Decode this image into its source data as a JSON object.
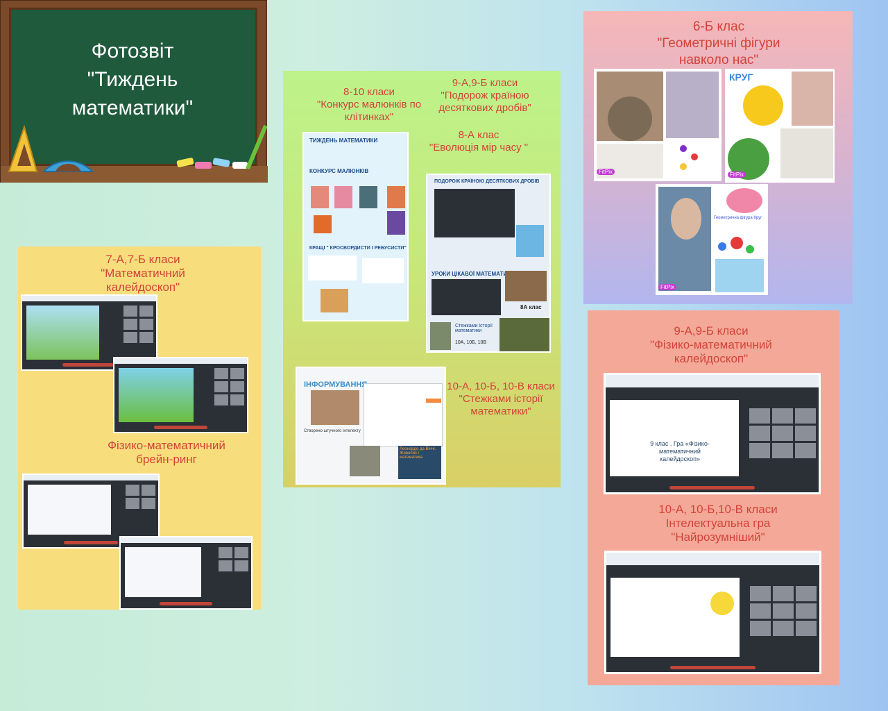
{
  "board": {
    "line1": "Фотозвіт",
    "line2": "\"Тиждень",
    "line3": "математики\""
  },
  "left": {
    "caption1_line1": "7-А,7-Б класи",
    "caption1_line2": "\"Математичний",
    "caption1_line3": "калейдоскоп\"",
    "caption2_line1": "Фізико-математичний",
    "caption2_line2": "брейн-ринг"
  },
  "mid": {
    "caption1_line1": "8-10 класи",
    "caption1_line2": "\"Конкурс малюнків по",
    "caption1_line3": "клітинках\"",
    "caption2_line1": "9-А,9-Б класи",
    "caption2_line2": "\"Подорож країною",
    "caption2_line3": "десяткових дробів\"",
    "caption3_line1": "8-А клас",
    "caption3_line2": "\"Еволюція мір часу \"",
    "caption4_line1": "10-А, 10-Б, 10-В класи",
    "caption4_line2": "\"Стежками історії",
    "caption4_line3": "математики\"",
    "card1_title": "ТИЖДЕНЬ МАТЕМАТИКИ",
    "card1_section": "КОНКУРС МАЛЮНКІВ",
    "card1_section2": "КРАЩІ \" КРОСВОРДИСТИ І РЕБУСИСТИ\"",
    "card2_title": "ПОДОРОЖ КРАЇНОЮ ДЕСЯТКОВИХ ДРОБІВ",
    "card2_section": "УРОКИ ЦІКАВОЇ МАТЕМАТИКИ",
    "card2_class": "8А клас",
    "card2_history": "Стежками історії математики",
    "card2_classes": "10А, 10Б, 10В",
    "card3_title": "ІНФОРМУВАННЯ",
    "card3_subtitle": "Створено штучного інтелекту",
    "card3_book": "Леонардо да Вінчі. Живопис і математика"
  },
  "right_top": {
    "caption_line1": "6-Б клас",
    "caption_line2": "\"Геометричні фігури",
    "caption_line3": "навколо нас\"",
    "krug": "КРУГ",
    "fig_label": "Геометрична фігура Круг",
    "fitpix": "FitPix"
  },
  "right_bot": {
    "caption1_line1": "9-А,9-Б класи",
    "caption1_line2": "\"Фізико-математичний",
    "caption1_line3": "калейдоскоп\"",
    "caption2_line1": "10-А, 10-Б,10-В класи",
    "caption2_line2": "Інтелектуальна гра",
    "caption2_line3": "\"Найрозумніший\"",
    "slide_text": "9 клас . Гра «Фізико-математичний калейдоскоп»"
  }
}
